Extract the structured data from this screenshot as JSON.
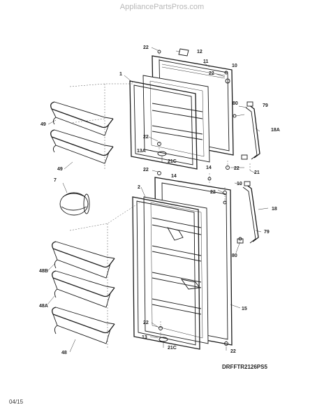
{
  "header": {
    "site": "AppliancePartsPros.com"
  },
  "diagram": {
    "model_code": "DRFFTR2126PS5",
    "date_code": "04/15",
    "callouts": {
      "c22_top": "22",
      "c12": "12",
      "c11": "11",
      "c22_b": "22",
      "c10_top": "10",
      "c1": "1",
      "c80_top": "80",
      "c79_top": "79",
      "c18A": "18A",
      "c49_a": "49",
      "c49_b": "49",
      "c22_mid": "22",
      "c13A": "13A",
      "c21C_top": "21C",
      "c22_right": "22",
      "c21": "21",
      "c22_c": "22",
      "c14_left": "14",
      "c14_right": "14",
      "c7": "7",
      "c2": "2",
      "c22_d": "22",
      "c10_bot": "10",
      "c18": "18",
      "c79_bot": "79",
      "c80_bot": "80",
      "c48B": "48B",
      "c48A": "48A",
      "c15": "15",
      "c48": "48",
      "c22_lower": "22",
      "c13": "13",
      "c21C_bot": "21C",
      "c22_bottom": "22"
    }
  }
}
